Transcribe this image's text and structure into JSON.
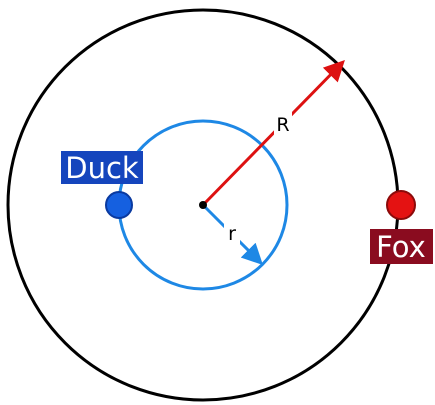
{
  "figure": {
    "outer_circle": {
      "radius_label": "R",
      "color": "#000000"
    },
    "inner_circle": {
      "radius_label": "r",
      "color": "#1e88e5"
    },
    "center_dot": {
      "color": "#000000"
    },
    "R_arrow": {
      "color": "#dd1111"
    },
    "r_arrow": {
      "color": "#1e88e5"
    },
    "duck": {
      "label": "Duck",
      "dot_color": "#1560e0",
      "dot_outline": "#0a3aa0",
      "tag_color": "#1545bd"
    },
    "fox": {
      "label": "Fox",
      "dot_color": "#e41212",
      "dot_outline": "#8c0a0a",
      "tag_color": "#8a0c1f"
    }
  }
}
